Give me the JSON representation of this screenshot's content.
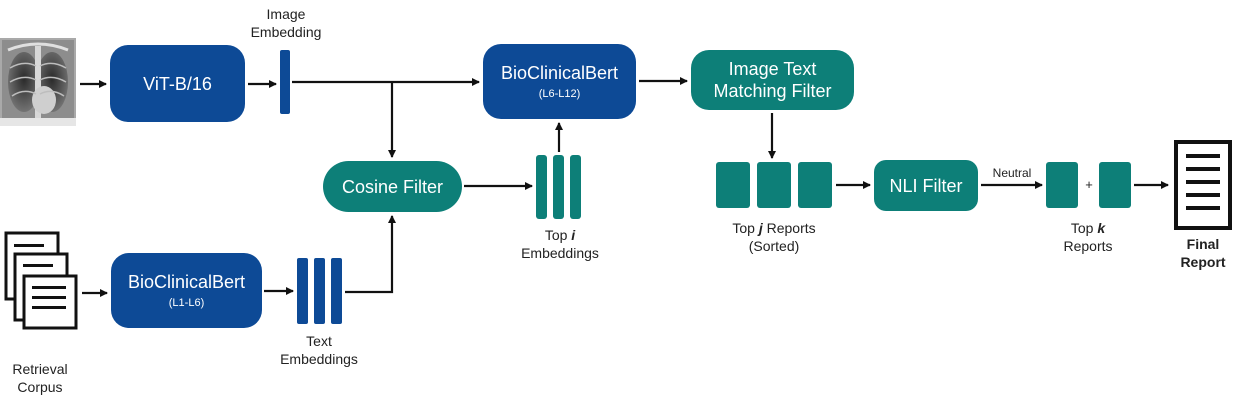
{
  "nodes": {
    "vit": {
      "title": "ViT-B/16"
    },
    "bert_top": {
      "title": "BioClinicalBert",
      "subtitle": "(L6-L12)"
    },
    "itm": {
      "title_line1": "Image Text",
      "title_line2": "Matching Filter"
    },
    "cosine": {
      "title": "Cosine Filter"
    },
    "nli": {
      "title": "NLI Filter"
    },
    "bert_bottom": {
      "title": "BioClinicalBert",
      "subtitle": "(L1-L6)"
    }
  },
  "labels": {
    "image_embedding_line1": "Image",
    "image_embedding_line2": "Embedding",
    "top_i_prefix": "Top ",
    "top_i_var": "i",
    "top_i_line2": "Embeddings",
    "top_j_prefix": "Top ",
    "top_j_var": "j",
    "top_j_suffix": " Reports",
    "top_j_line2": "(Sorted)",
    "neutral": "Neutral",
    "plus": "+",
    "top_k_prefix": "Top ",
    "top_k_var": "k",
    "top_k_line2": "Reports",
    "final_line1": "Final",
    "final_line2": "Report",
    "text_embeddings_line1": "Text",
    "text_embeddings_line2": "Embeddings",
    "retrieval_line1": "Retrieval",
    "retrieval_line2": "Corpus"
  },
  "icons": {
    "xray": "chest-xray-image",
    "corpus": "document-stack-icon",
    "final_report": "report-document-icon"
  },
  "colors": {
    "blue": "#0d4a96",
    "teal": "#0d7f78",
    "arrow": "#111111"
  }
}
